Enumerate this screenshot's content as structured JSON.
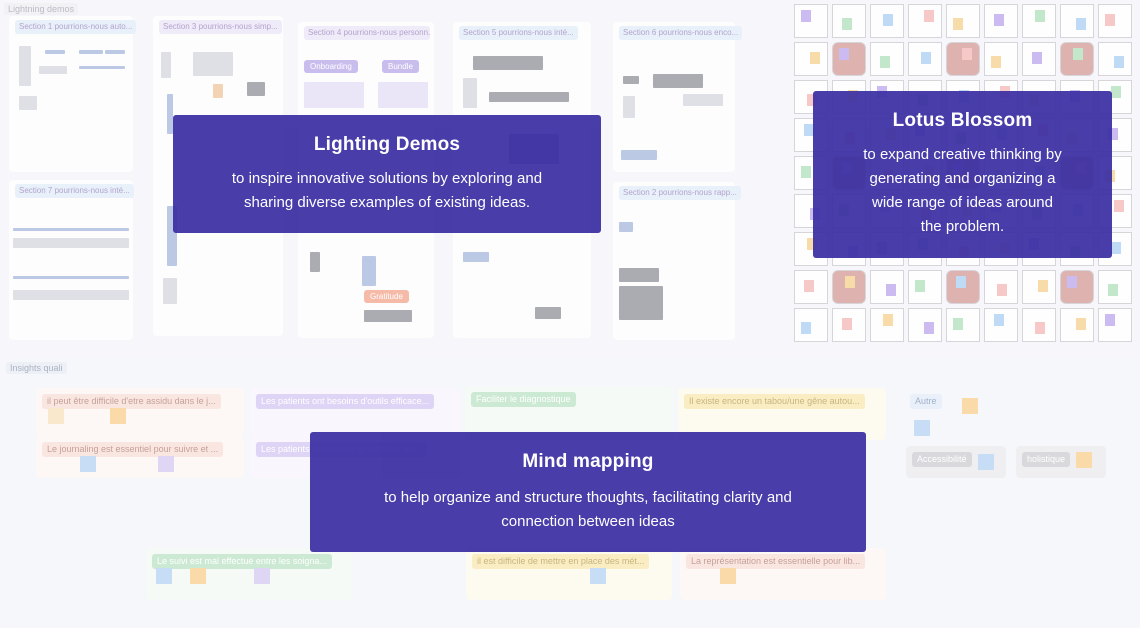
{
  "board": {
    "lightning_area_label": "Lightning demos",
    "insights_area_label": "Insights quali"
  },
  "sections": [
    {
      "label": "Section 1  pourrions-nous auto...",
      "color": "#d7e6f7"
    },
    {
      "label": "Section 3  pourrions-nous simp...",
      "color": "#e4dcf4"
    },
    {
      "label": "Section 4  pourrions-nous personn...",
      "color": "#e4dcf4"
    },
    {
      "label": "Section 5  pourrions-nous inté...",
      "color": "#d7e6f7"
    },
    {
      "label": "Section 6  pourrions-nous enco...",
      "color": "#d7e6f7"
    },
    {
      "label": "Section 7  pourrions-nous inté...",
      "color": "#d7e6f7"
    },
    {
      "label": "Section 2  pourrions-nous rapp...",
      "color": "#d7e6f7"
    }
  ],
  "section_tags": {
    "onboarding": "Onboarding",
    "bundle": "Bundle",
    "gratitude": "Gratitude"
  },
  "insight_labels": {
    "g1": "il peut être difficile d'etre assidu dans le j...",
    "g2": "Les patients ont besoins d'outils efficace...",
    "g3": "Faciliter le diagnostique",
    "g4": "Il existe encore un tabou/une gêne autou...",
    "g5": "Autre",
    "g6": "Le journaling est essentiel pour suivre et ...",
    "g7": "Les patients ont besoin de visibilité sur...",
    "g8": "Accessibilité",
    "g9": "holistique",
    "g10": "Le suivi est mal effectué entre les soigna...",
    "g11": "il est difficile de mettre en place des mét...",
    "g12": "La représentation est essentielle pour lib..."
  },
  "overlays": {
    "lighting": {
      "title": "Lighting Demos",
      "desc1": "to inspire innovative solutions by exploring and",
      "desc2": "sharing diverse examples of existing ideas."
    },
    "lotus": {
      "title": "Lotus Blossom",
      "desc1": "to expand creative thinking by",
      "desc2": "generating and organizing a",
      "desc3": "wide range of ideas around",
      "desc4": "the problem."
    },
    "mind": {
      "title": "Mind mapping",
      "desc1": "to help organize and structure thoughts, facilitating clarity and",
      "desc2": "connection between ideas"
    }
  }
}
